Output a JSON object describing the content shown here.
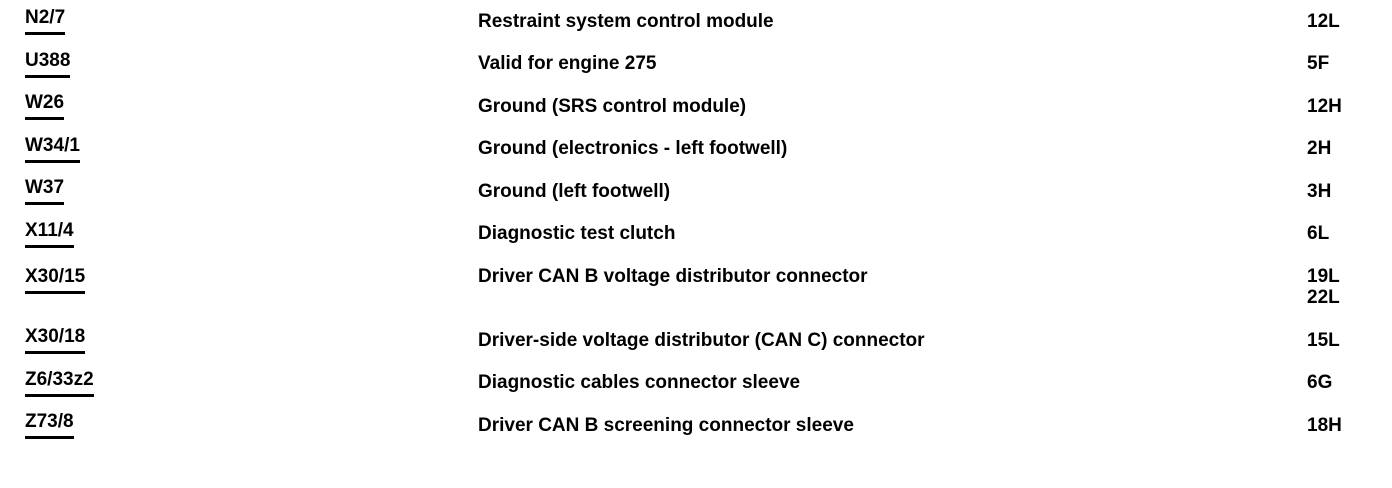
{
  "document": {
    "kind": "wiring-diagram-component-legend",
    "background_color": "#ffffff",
    "text_color": "#000000"
  },
  "legend": {
    "rows": [
      {
        "code": "N2/7",
        "description": "Restraint system control module",
        "locations": [
          "12L"
        ]
      },
      {
        "code": "U388",
        "description": "Valid for engine 275",
        "locations": [
          "5F"
        ]
      },
      {
        "code": "W26",
        "description": "Ground (SRS control module)",
        "locations": [
          "12H"
        ]
      },
      {
        "code": "W34/1",
        "description": "Ground (electronics - left footwell)",
        "locations": [
          "2H"
        ]
      },
      {
        "code": "W37",
        "description": "Ground (left footwell)",
        "locations": [
          "3H"
        ]
      },
      {
        "code": "X11/4",
        "description": "Diagnostic test clutch",
        "locations": [
          "6L"
        ]
      },
      {
        "code": "X30/15",
        "description": "Driver CAN B voltage distributor connector",
        "locations": [
          "19L",
          "22L"
        ]
      },
      {
        "code": "X30/18",
        "description": "Driver-side voltage distributor (CAN C) connector",
        "locations": [
          "15L"
        ]
      },
      {
        "code": "Z6/33z2",
        "description": "Diagnostic cables connector sleeve",
        "locations": [
          "6G"
        ]
      },
      {
        "code": "Z73/8",
        "description": "Driver CAN B screening connector sleeve",
        "locations": [
          "18H"
        ]
      }
    ]
  }
}
